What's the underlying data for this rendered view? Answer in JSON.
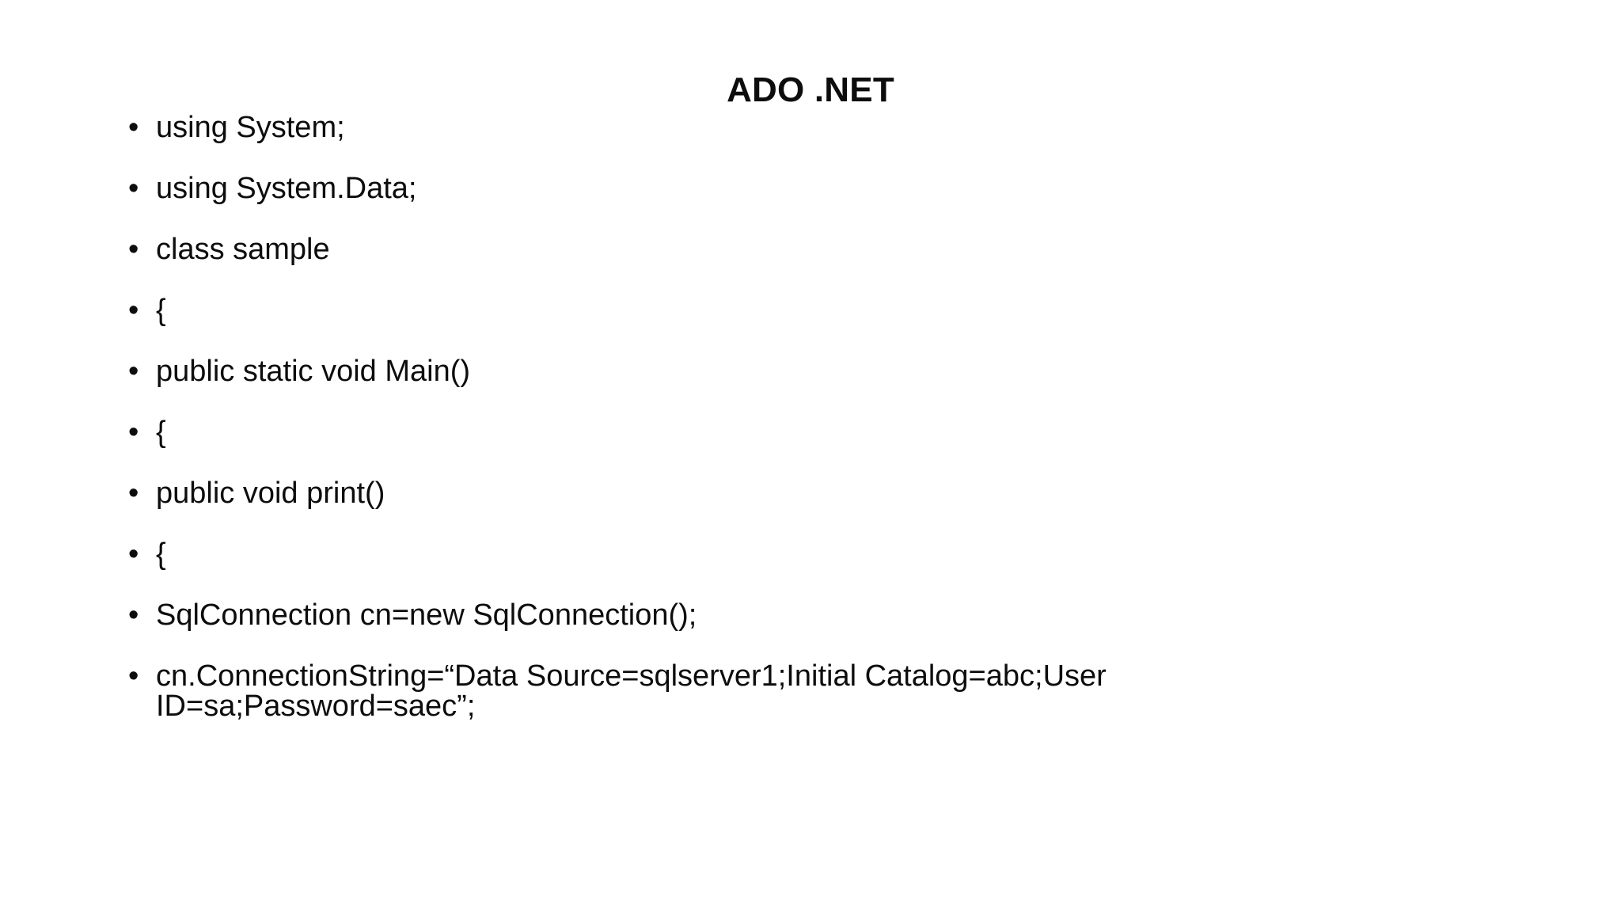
{
  "slide": {
    "title": "ADO .NET",
    "background_color": "#ffffff",
    "text_color": "#0d0d0d",
    "bullet_glyph": "•",
    "bullets": [
      {
        "text": "using System;"
      },
      {
        "text": "using System.Data;"
      },
      {
        "text": "class sample"
      },
      {
        "text": "{"
      },
      {
        "text": "public static void Main()"
      },
      {
        "text": "{"
      },
      {
        "text": "public void print()"
      },
      {
        "text": "{"
      },
      {
        "text": "SqlConnection cn=new SqlConnection();"
      },
      {
        "text": "cn.ConnectionString=“Data Source=sqlserver1;Initial Catalog=abc;User ID=sa;Password=saec”;"
      }
    ]
  }
}
